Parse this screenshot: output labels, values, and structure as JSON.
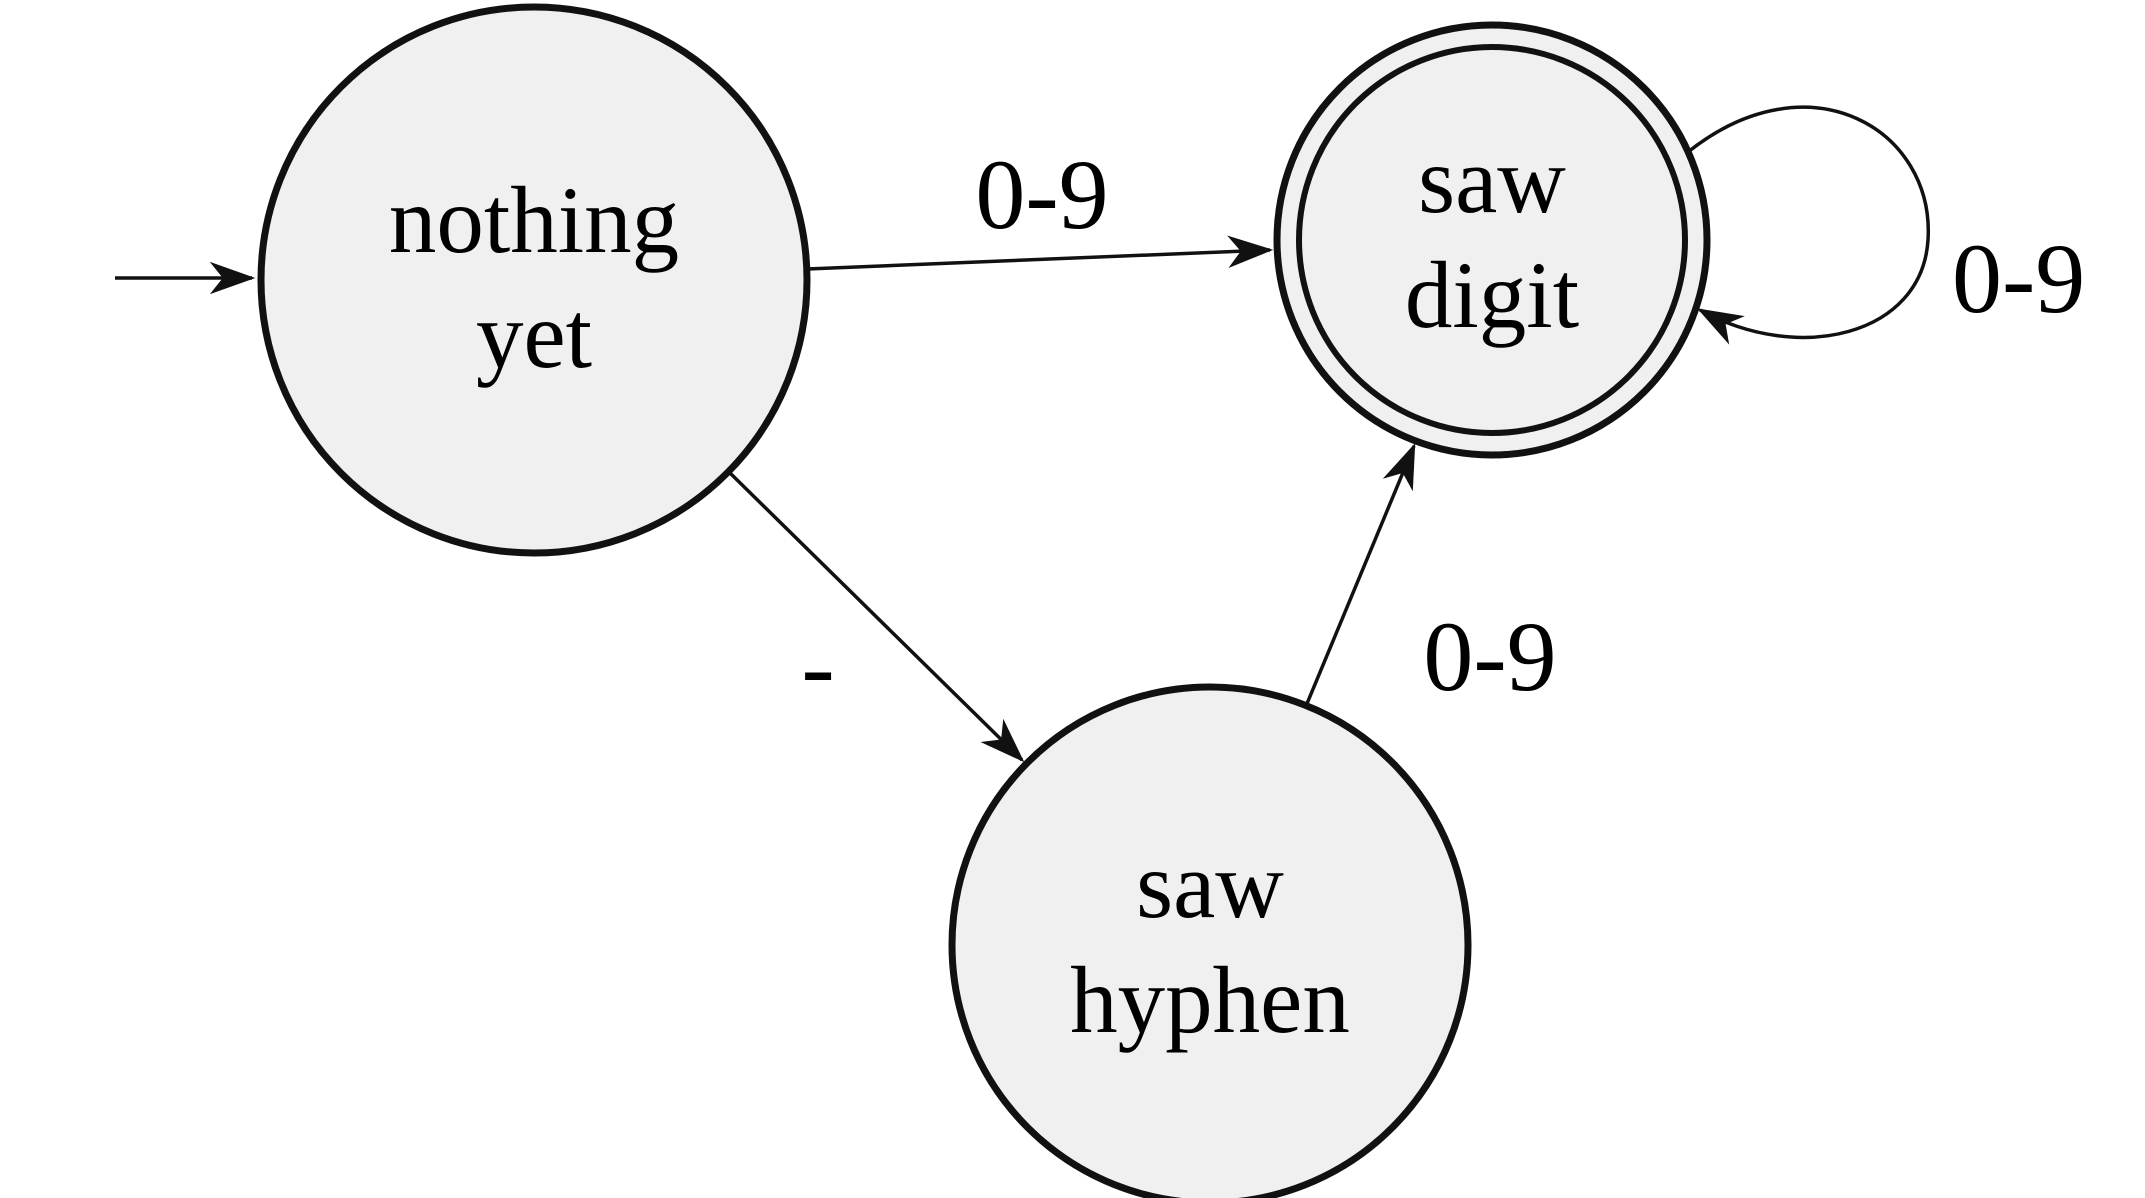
{
  "diagram": {
    "colors": {
      "background": "#ffffff",
      "state_fill": "#f0f0f0",
      "stroke": "#111111",
      "text": "#000000"
    },
    "states": [
      {
        "id": "nothing-yet",
        "lines": [
          "nothing",
          "yet"
        ],
        "accepting": false,
        "start": true
      },
      {
        "id": "saw-digit",
        "lines": [
          "saw",
          "digit"
        ],
        "accepting": true,
        "start": false
      },
      {
        "id": "saw-hyphen",
        "lines": [
          "saw",
          "hyphen"
        ],
        "accepting": false,
        "start": false
      }
    ],
    "transitions": [
      {
        "from": "start",
        "to": "nothing-yet",
        "label": ""
      },
      {
        "from": "nothing-yet",
        "to": "saw-digit",
        "label": "0-9"
      },
      {
        "from": "nothing-yet",
        "to": "saw-hyphen",
        "label": "-"
      },
      {
        "from": "saw-hyphen",
        "to": "saw-digit",
        "label": "0-9"
      },
      {
        "from": "saw-digit",
        "to": "saw-digit",
        "label": "0-9"
      }
    ]
  }
}
